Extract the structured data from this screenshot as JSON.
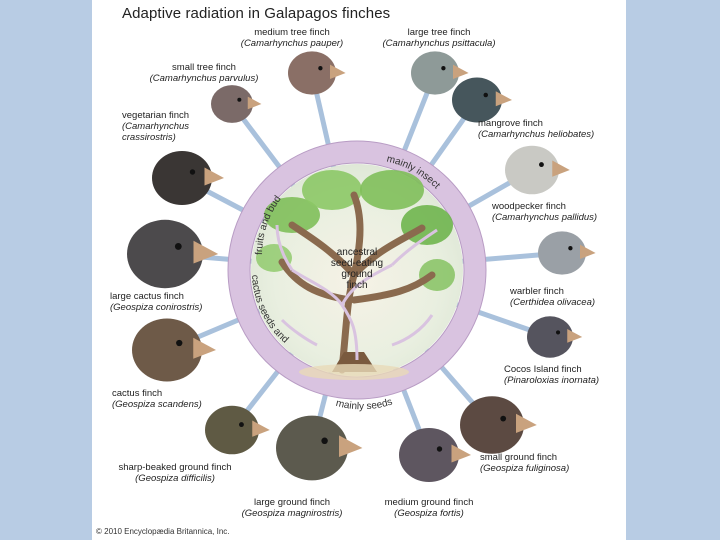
{
  "title": "Adaptive radiation in Galapagos finches",
  "center": [
    "ancestral",
    "seed-eating",
    "ground",
    "finch"
  ],
  "ring_labels": {
    "insects": "mainly insects",
    "fruits": "fruits and buds",
    "cactus": "cactus seeds and parts",
    "seeds": "mainly seeds"
  },
  "finches": [
    {
      "common": "medium tree finch",
      "scientific": "(Camarhynchus pauper)",
      "color": "#8a6f66"
    },
    {
      "common": "large tree finch",
      "scientific": "(Camarhynchus psittacula)",
      "color": "#8e9a98"
    },
    {
      "common": "small tree finch",
      "scientific": "(Camarhynchus parvulus)",
      "color": "#7b6a68"
    },
    {
      "common": "mangrove finch",
      "scientific": "(Camarhynchus heliobates)",
      "color": "#46565c"
    },
    {
      "common": "vegetarian finch",
      "scientific": "(Camarhynchus crassirostris)",
      "color": "#3a3634"
    },
    {
      "common": "woodpecker finch",
      "scientific": "(Camarhynchus pallidus)",
      "color": "#c9c9c4"
    },
    {
      "common": "large cactus finch",
      "scientific": "(Geospiza conirostris)",
      "color": "#4c4a4c"
    },
    {
      "common": "warbler finch",
      "scientific": "(Certhidea olivacea)",
      "color": "#9aa0a6"
    },
    {
      "common": "cactus finch",
      "scientific": "(Geospiza scandens)",
      "color": "#6e5a48"
    },
    {
      "common": "Cocos Island finch",
      "scientific": "(Pinaroloxias inornata)",
      "color": "#55545e"
    },
    {
      "common": "sharp-beaked ground finch",
      "scientific": "(Geospiza difficilis)",
      "color": "#5f5a44"
    },
    {
      "common": "small ground finch",
      "scientific": "(Geospiza fuliginosa)",
      "color": "#5c4a42"
    },
    {
      "common": "large ground finch",
      "scientific": "(Geospiza magnirostris)",
      "color": "#5c5a4e"
    },
    {
      "common": "medium ground finch",
      "scientific": "(Geospiza fortis)",
      "color": "#5e5660"
    }
  ],
  "copyright": "© 2010 Encyclopædia Britannica, Inc.",
  "colors": {
    "ring": "#d9c3e0",
    "ring_stroke": "#b89cc4",
    "spoke": "#a9c1dc",
    "background": "#b8cce4",
    "tree": "#8a6a4e",
    "foliage": "#7fbf5a"
  }
}
